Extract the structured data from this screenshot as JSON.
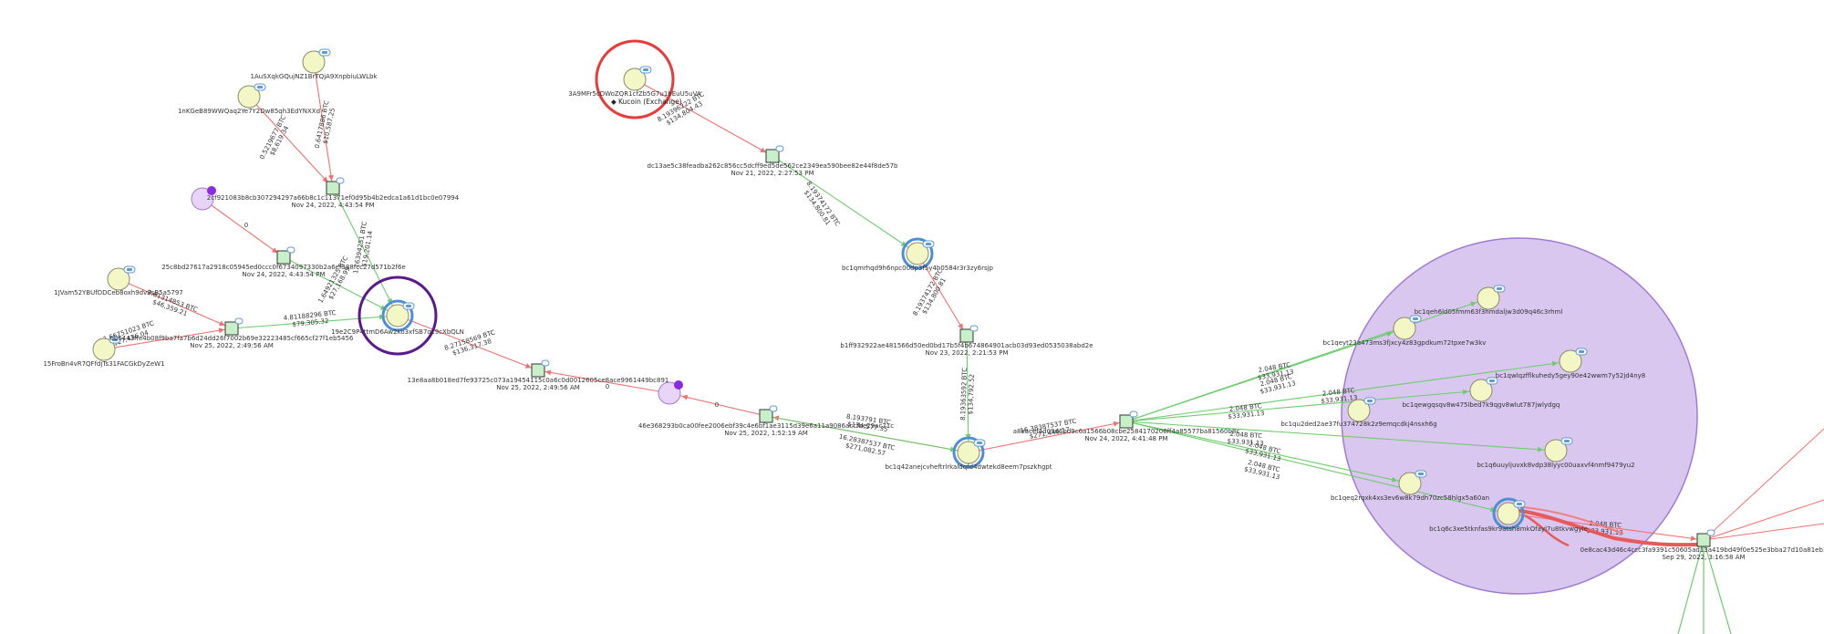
{
  "colors": {
    "address_fill": "#f3f7c6",
    "address_stroke": "#8a8a6a",
    "tx_fill": "#c8f0c8",
    "tx_stroke": "#333333",
    "edge_in": "#f07070",
    "edge_out": "#6ccc6c",
    "highlight_red": "#e83a3a",
    "highlight_purple": "#5a1a8c",
    "highlight_blue": "#4d8fd6",
    "cluster_fill": "#d9c7ef",
    "cluster_stroke": "#a07ad0",
    "purple_node": "#e7d4f7",
    "purple_dot": "#8a2be2",
    "badge": "#5d9ad8"
  },
  "nodes": {
    "addr_1Au": {
      "label": "1AuSXqkGQujNZ1BrTQjA9XnpbiuLWLbk"
    },
    "addr_1nk": {
      "label": "1nKGeB89WWQaq2Ye7Y2Dw85qh3EdYNXXd"
    },
    "tx_2cf": {
      "label": "2cf921083b8cb307294297a66b8c1c11371ef0d95b4b2edca1a61d1bc0e07994",
      "time": "Nov 24, 2022, 4:43:54 PM"
    },
    "addr_3A9": {
      "label": "3A9MFr5cDWoZQR1cfZb5G7u1bEuU5uVA",
      "exchange": "Kucoin (Exchange)"
    },
    "tx_dc1": {
      "label": "dc13ae5c38feadba262c856cc5dcff9ed5de562ce2349ea590bee82e44f8de57b",
      "time": "Nov 21, 2022, 2:27:53 PM"
    },
    "purple_1": {
      "label": ""
    },
    "tx_25c": {
      "label": "25c8bd27617a2918c05945ed0ccc0f6734097330b2a6ef388fcc27d571b2f6e",
      "time": "Nov 24, 2022, 4:43:54 PM"
    },
    "addr_1JV": {
      "label": "1JVam52YBUfDDCeb8oxh9dv9sB5a5797"
    },
    "tx_eb6": {
      "label": "eb6443ffe4b08f9ba7fa7b6d24dd26f7002b69e32223485cf665cf27f1eb5456",
      "time": "Nov 25, 2022, 2:49:56 AM"
    },
    "addr_15F": {
      "label": "15FroBn4vR7QFfdjTs31FACGkDyZeW1"
    },
    "main_addr": {
      "label": "19e2C9P4ttmD6Aw2ko3xfSB7qc9cXbQLN"
    },
    "addr_bc1qmr": {
      "label": "bc1qmrhqd9h6npc00dp3f5y4h0584r3r3zy6rsjp"
    },
    "tx_b1f": {
      "label": "b1ff932922ae481566d50ed0bd17b5f4b674864901acb03d93ed0535038abd2e",
      "time": "Nov 23, 2022, 2:21:53 PM"
    },
    "tx_13e": {
      "label": "13e8aa8b018ed7fe93725c073a19454115c0a6c0d0012605ce8ace9961449bc891",
      "time": "Nov 25, 2022, 2:49:56 AM"
    },
    "purple_2": {
      "label": ""
    },
    "tx_46e": {
      "label": "46e368293b0ca00fee2006ebf39c4e6bf1ae3115d39e6a11a9086accfbe29ac71c",
      "time": "Nov 25, 2022, 1:52:19 AM"
    },
    "addr_bc1q4": {
      "label": "bc1q42anejcvheftrlrkaldqfd4dwtekd8eem7pszkhgpt"
    },
    "tx_a8e": {
      "label": "a8eacef4d09d6bd9c6a1566b08cbe2584170206ff4a85577ba81560b8c",
      "time": "Nov 24, 2022, 4:41:48 PM"
    },
    "addr_c1": {
      "label": "bc1qeh6ld05fmm63f3hmdaljw3d09q46c3rhml"
    },
    "addr_c2": {
      "label": "bc1qeyt23a473ms3fjxcy4z83gpdkum72tpxe7w3kv"
    },
    "addr_c3": {
      "label": "bc1qwlqzfflkuhedy5gey90e42wwm7y52jd4ny8"
    },
    "addr_c4": {
      "label": "bc1qewgqsqv8w475lbed7k9qgv8wlut787jwlydgq"
    },
    "addr_c5": {
      "label": "bc1qu2ded2ae37fu374728k2z9emqcdkj4nsxh6g"
    },
    "addr_c6": {
      "label": "bc1q6uuyljuvxk8vdp38lyyc00uaxvf4nmf9479yu2"
    },
    "addr_c7": {
      "label": "bc1qeq2rqxk4xs3ev6w8k79dh70zc58hlgx5a60an"
    },
    "addr_c8": {
      "label": "bc1q6c3xe5tknfas9kr9atsh8mkOfayl7u8tkvwgyle"
    },
    "tx_0e8": {
      "label": "0e8cac43d46c4ccc3fa9391c50605ad13a419bd49f0e525e3bba27d10a81eb1",
      "time": "Sep 29, 2022, 3:16:58 AM"
    }
  },
  "edges": [
    {
      "from": "addr_1Au",
      "to": "tx_2cf",
      "btc": "0.6417886 BTC",
      "usd": "$10,587.25"
    },
    {
      "from": "addr_1nk",
      "to": "tx_2cf",
      "btc": "0.5219677 BTC",
      "usd": "$8,619.34"
    },
    {
      "from": "tx_2cf",
      "to": "main_addr",
      "btc": "1.16394251 BTC",
      "usd": "$19,201.14"
    },
    {
      "from": "purple_1",
      "to": "tx_25c",
      "btc": "0",
      "usd": ""
    },
    {
      "from": "tx_25c",
      "to": "main_addr",
      "btc": "1.64921325 BTC",
      "usd": "$27,168.99"
    },
    {
      "from": "addr_1JV",
      "to": "tx_eb6",
      "btc": "2.81314853 BTC",
      "usd": "$46,359.21"
    },
    {
      "from": "addr_15F",
      "to": "tx_eb6",
      "btc": "1.66751023 BTC",
      "usd": "$27,436.04"
    },
    {
      "from": "tx_eb6",
      "to": "main_addr",
      "btc": "4.81188296 BTC",
      "usd": "$79,305.32"
    },
    {
      "from": "main_addr",
      "to": "tx_13e",
      "btc": "8.27158569 BTC",
      "usd": "$136,317.38"
    },
    {
      "from": "addr_3A9",
      "to": "tx_dc1",
      "btc": "8.19396222 BTC",
      "usd": "$134,804.43"
    },
    {
      "from": "tx_dc1",
      "to": "addr_bc1qmr",
      "btc": "8.19374172 BTC",
      "usd": "$134,800.81"
    },
    {
      "from": "addr_bc1qmr",
      "to": "tx_b1f",
      "btc": "8.19374172 BTC",
      "usd": "$134,800.81"
    },
    {
      "from": "tx_b1f",
      "to": "addr_bc1q4",
      "btc": "8.19363592 BTC",
      "usd": "$134,792.52"
    },
    {
      "from": "purple_2",
      "to": "tx_13e",
      "btc": "0",
      "usd": ""
    },
    {
      "from": "addr_bc1q4",
      "to": "tx_46e",
      "btc": "8.193791 BTC",
      "usd": "$134,577.35"
    },
    {
      "from": "tx_46e",
      "to": "purple_2",
      "btc": "0",
      "usd": ""
    },
    {
      "from": "tx_46e",
      "to": "addr_bc1q4",
      "btc": "16.28387537 BTC",
      "usd": "$271,082.57"
    },
    {
      "from": "addr_bc1q4",
      "to": "tx_a8e",
      "btc": "16.38387537 BTC",
      "usd": "$271,446.17"
    },
    {
      "from": "tx_a8e",
      "to": "addr_c1",
      "btc": "2.048 BTC",
      "usd": "$33,931.13"
    },
    {
      "from": "tx_a8e",
      "to": "addr_c2",
      "btc": "2.048 BTC",
      "usd": "$33,931.13"
    },
    {
      "from": "tx_a8e",
      "to": "addr_c4",
      "btc": "2.048 BTC",
      "usd": "$33,931.13"
    },
    {
      "from": "tx_a8e",
      "to": "addr_c3",
      "btc": "2.048 BTC",
      "usd": "$33,931.13"
    },
    {
      "from": "tx_a8e",
      "to": "addr_c6",
      "btc": "2.048 BTC",
      "usd": "$33,931.13"
    },
    {
      "from": "tx_a8e",
      "to": "addr_c7",
      "btc": "2.048 BTC",
      "usd": "$33,931.13"
    },
    {
      "from": "tx_a8e",
      "to": "addr_c8",
      "btc": "2.048 BTC",
      "usd": "$33,931.13"
    },
    {
      "from": "addr_c8",
      "to": "tx_0e8",
      "btc": "2.048 BTC",
      "usd": "$33,931.13"
    }
  ]
}
